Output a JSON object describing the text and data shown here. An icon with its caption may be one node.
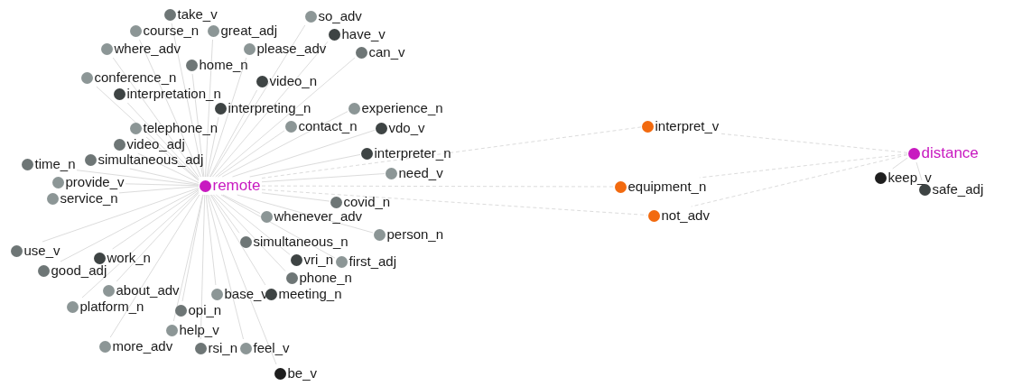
{
  "diagram": {
    "nodes": [
      {
        "text": [
          "remote"
        ]
      },
      {
        "text": [
          "so_adv"
        ]
      },
      {
        "text": [
          "take_v"
        ]
      },
      {
        "text": [
          "course_n"
        ]
      },
      {
        "text": [
          "great_adj"
        ]
      },
      {
        "text": [
          "have_v"
        ]
      },
      {
        "text": [
          "where_adv"
        ]
      },
      {
        "text": [
          "please_adv"
        ]
      },
      {
        "text": [
          "can_v"
        ]
      },
      {
        "text": [
          "home_n"
        ]
      },
      {
        "text": [
          "conference_n"
        ]
      },
      {
        "text": [
          "video_n"
        ]
      },
      {
        "text": [
          "interpretation_n"
        ]
      },
      {
        "text": [
          "interpreting_n"
        ]
      },
      {
        "text": [
          "experience_n"
        ]
      },
      {
        "text": [
          "contact_n"
        ]
      },
      {
        "text": [
          "vdo_v"
        ]
      },
      {
        "text": [
          "telephone_n"
        ]
      },
      {
        "text": [
          "video_adj"
        ]
      },
      {
        "text": [
          "simultaneous_adj"
        ]
      },
      {
        "text": [
          "time_n"
        ]
      },
      {
        "text": [
          "interpreter_n"
        ]
      },
      {
        "text": [
          "need_v"
        ]
      },
      {
        "text": [
          "provide_v"
        ]
      },
      {
        "text": [
          "service_n"
        ]
      },
      {
        "text": [
          "covid_n"
        ]
      },
      {
        "text": [
          "whenever_adv"
        ]
      },
      {
        "text": [
          "person_n"
        ]
      },
      {
        "text": [
          "simultaneous_n"
        ]
      },
      {
        "text": [
          "use_v"
        ]
      },
      {
        "text": [
          "work_n"
        ]
      },
      {
        "text": [
          "vri_n"
        ]
      },
      {
        "text": [
          "first_adj"
        ]
      },
      {
        "text": [
          "good_adj"
        ]
      },
      {
        "text": [
          "phone_n"
        ]
      },
      {
        "text": [
          "about_adv"
        ]
      },
      {
        "text": [
          "base_v"
        ]
      },
      {
        "text": [
          "meeting_n"
        ]
      },
      {
        "text": [
          "platform_n"
        ]
      },
      {
        "text": [
          "opi_n"
        ]
      },
      {
        "text": [
          "help_v"
        ]
      },
      {
        "text": [
          "more_adv"
        ]
      },
      {
        "text": [
          "rsi_n"
        ]
      },
      {
        "text": [
          "feel_v"
        ]
      },
      {
        "text": [
          "be_v"
        ]
      },
      {
        "text": [
          "interpret_v"
        ]
      },
      {
        "text": [
          "equipment_n"
        ]
      },
      {
        "text": [
          "not_adv"
        ]
      },
      {
        "text": [
          "distance"
        ]
      },
      {
        "text": [
          "keep_v"
        ]
      },
      {
        "text": [
          "safe_adj"
        ]
      }
    ],
    "edges": [
      {
        "from": 0,
        "to": 1,
        "arrow": "none"
      },
      {
        "from": 0,
        "to": 2,
        "arrow": "none"
      },
      {
        "from": 0,
        "to": 3,
        "arrow": "none"
      },
      {
        "from": 0,
        "to": 4,
        "arrow": "none"
      },
      {
        "from": 0,
        "to": 5,
        "arrow": "none"
      },
      {
        "from": 0,
        "to": 6,
        "arrow": "none"
      },
      {
        "from": 0,
        "to": 7,
        "arrow": "none"
      },
      {
        "from": 0,
        "to": 8,
        "arrow": "none"
      },
      {
        "from": 0,
        "to": 9,
        "arrow": "none"
      },
      {
        "from": 0,
        "to": 10,
        "arrow": "none"
      },
      {
        "from": 0,
        "to": 11,
        "arrow": "none"
      },
      {
        "from": 0,
        "to": 12,
        "arrow": "none"
      },
      {
        "from": 0,
        "to": 13,
        "arrow": "none"
      },
      {
        "from": 0,
        "to": 14,
        "arrow": "none"
      },
      {
        "from": 0,
        "to": 15,
        "arrow": "none"
      },
      {
        "from": 0,
        "to": 16,
        "arrow": "none"
      },
      {
        "from": 0,
        "to": 17,
        "arrow": "none"
      },
      {
        "from": 0,
        "to": 18,
        "arrow": "none"
      },
      {
        "from": 0,
        "to": 19,
        "arrow": "none"
      },
      {
        "from": 0,
        "to": 20,
        "arrow": "none"
      },
      {
        "from": 0,
        "to": 21,
        "arrow": "none"
      },
      {
        "from": 0,
        "to": 22,
        "arrow": "none"
      },
      {
        "from": 0,
        "to": 23,
        "arrow": "none"
      },
      {
        "from": 0,
        "to": 24,
        "arrow": "none"
      },
      {
        "from": 0,
        "to": 25,
        "arrow": "none"
      },
      {
        "from": 0,
        "to": 26,
        "arrow": "none"
      },
      {
        "from": 0,
        "to": 27,
        "arrow": "none"
      },
      {
        "from": 0,
        "to": 28,
        "arrow": "none"
      },
      {
        "from": 0,
        "to": 29,
        "arrow": "none"
      },
      {
        "from": 0,
        "to": 30,
        "arrow": "none"
      },
      {
        "from": 0,
        "to": 31,
        "arrow": "none"
      },
      {
        "from": 0,
        "to": 32,
        "arrow": "none"
      },
      {
        "from": 0,
        "to": 33,
        "arrow": "none"
      },
      {
        "from": 0,
        "to": 34,
        "arrow": "none"
      },
      {
        "from": 0,
        "to": 35,
        "arrow": "none"
      },
      {
        "from": 0,
        "to": 36,
        "arrow": "none"
      },
      {
        "from": 0,
        "to": 37,
        "arrow": "none"
      },
      {
        "from": 0,
        "to": 38,
        "arrow": "none"
      },
      {
        "from": 0,
        "to": 39,
        "arrow": "none"
      },
      {
        "from": 0,
        "to": 40,
        "arrow": "none"
      },
      {
        "from": 0,
        "to": 41,
        "arrow": "none"
      },
      {
        "from": 0,
        "to": 42,
        "arrow": "none"
      },
      {
        "from": 0,
        "to": 43,
        "arrow": "none"
      },
      {
        "from": 0,
        "to": 44,
        "arrow": "none"
      },
      {
        "from": 0,
        "to": 45,
        "arrow": "none",
        "style": "dashed"
      },
      {
        "from": 0,
        "to": 46,
        "arrow": "none",
        "style": "dashed"
      },
      {
        "from": 0,
        "to": 47,
        "arrow": "none",
        "style": "dashed"
      },
      {
        "from": 48,
        "to": 45,
        "arrow": "none",
        "style": "dashed"
      },
      {
        "from": 48,
        "to": 46,
        "arrow": "none",
        "style": "dashed"
      },
      {
        "from": 48,
        "to": 47,
        "arrow": "none",
        "style": "dashed"
      },
      {
        "from": 48,
        "to": 49,
        "arrow": "none"
      },
      {
        "from": 48,
        "to": 50,
        "arrow": "none"
      }
    ]
  }
}
